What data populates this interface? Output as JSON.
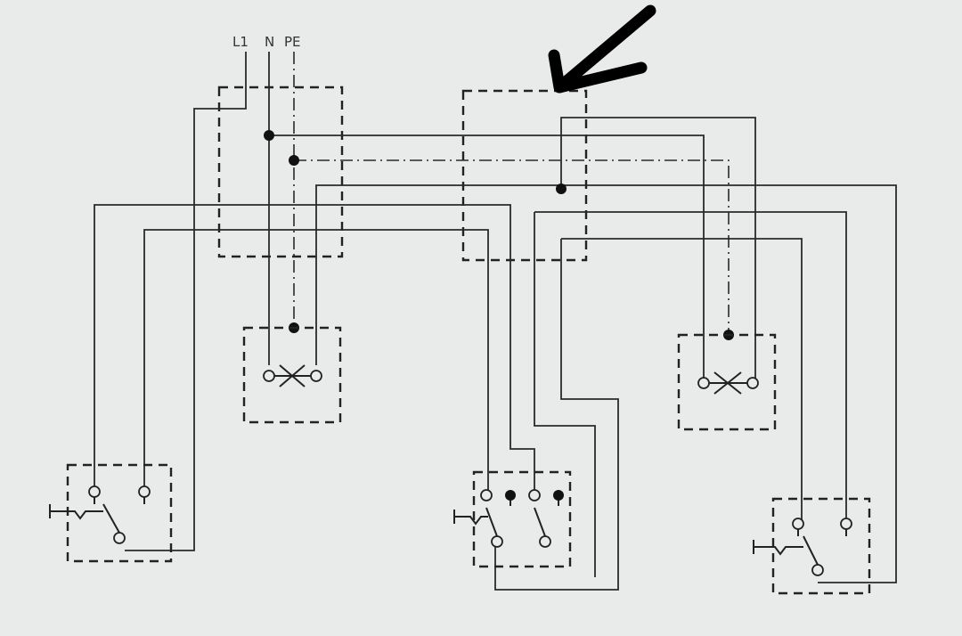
{
  "supply": {
    "l1": "L1",
    "n": "N",
    "pe": "PE"
  },
  "colors": {
    "background": "#e9ebea",
    "line": "#2a2a2a",
    "marker": "#000000"
  },
  "icons": [
    "hand-drawn-arrow-icon",
    "lamp-icon",
    "push-button-switch-icon"
  ]
}
